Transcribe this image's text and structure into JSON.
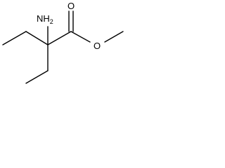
{
  "molecule": {
    "atoms": {
      "amine": {
        "symbol": "NH",
        "subscript": "2"
      },
      "carbonyl_oxygen": {
        "symbol": "O"
      },
      "ester_oxygen": {
        "symbol": "O"
      }
    },
    "colors": {
      "bond": "#000000",
      "label": "#000000",
      "background": "#ffffff"
    }
  }
}
